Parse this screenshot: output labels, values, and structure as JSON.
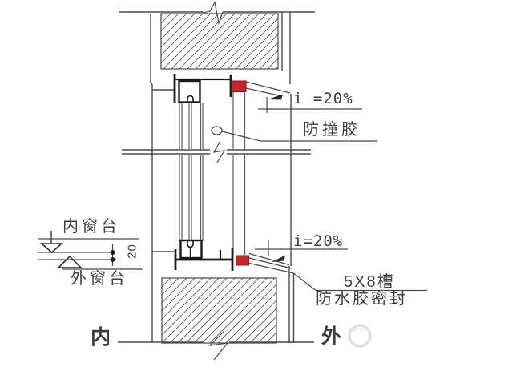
{
  "figure": {
    "type": "architectural-detail-drawing",
    "subject": "window head and sill waterproofing detail",
    "annotations": {
      "head_slope": "i =20%",
      "impact_sealant": "防撞胶",
      "sill_slope": "i=20%",
      "groove": "5X8槽",
      "waterproof_seal": "防水胶密封",
      "inner_sill": "内窗台",
      "outer_sill": "外窗台",
      "sill_height_drop_mm": "20",
      "interior_side": "内",
      "exterior_side": "外"
    },
    "colors": {
      "sealant_red": "#c1272d",
      "linework": "#4a4a4a",
      "frame_dark": "#1a1a1a",
      "text": "#3d3d3d",
      "background": "#ffffff"
    }
  }
}
